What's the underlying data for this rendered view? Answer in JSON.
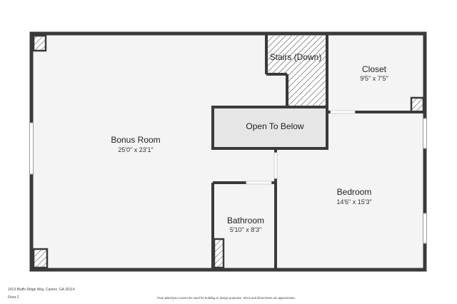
{
  "rooms": {
    "bonus": {
      "name": "Bonus Room",
      "dims": "25'0\" x 23'1\""
    },
    "stairs": {
      "name": "Stairs (Down)"
    },
    "closet": {
      "name": "Closet",
      "dims": "9'5\" x 7'5\""
    },
    "open_to_below": {
      "name": "Open To Below"
    },
    "bedroom": {
      "name": "Bedroom",
      "dims": "14'6\" x 15'3\""
    },
    "bathroom": {
      "name": "Bathroom",
      "dims": "5'10\" x 8'3\""
    }
  },
  "footer": {
    "address": "1413 Bluffs Ridge Way, Canton, GA 30114",
    "floor": "Floor 2",
    "disclaimer": "Floor plans/your cannot be used for building or design purposes. Sizes and dimensions are approximate."
  },
  "colors": {
    "wall": "#3a3a3a",
    "floor": "#f4f4f4",
    "open_to_below": "#e6e6e6",
    "window": "#ffffff"
  }
}
